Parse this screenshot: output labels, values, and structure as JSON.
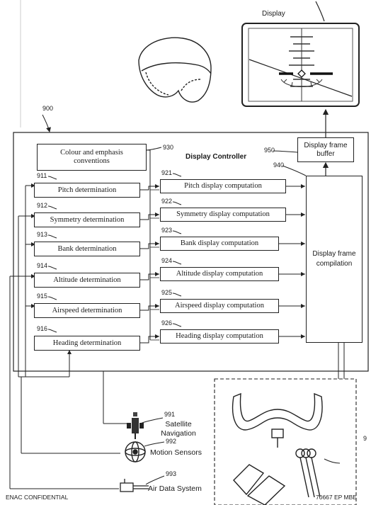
{
  "display_label": "Display",
  "ref_900": "900",
  "controller_title": "Display Controller",
  "colour": {
    "ref": "930",
    "label": "Colour and emphasis conventions"
  },
  "frame_buffer": {
    "ref": "950",
    "label": "Display frame buffer"
  },
  "compilation": {
    "ref": "940",
    "label": "Display frame compilation"
  },
  "rows": [
    {
      "det_ref": "911",
      "det": "Pitch determination",
      "comp_ref": "921",
      "comp": "Pitch display computation"
    },
    {
      "det_ref": "912",
      "det": "Symmetry determination",
      "comp_ref": "922",
      "comp": "Symmetry display computation"
    },
    {
      "det_ref": "913",
      "det": "Bank determination",
      "comp_ref": "923",
      "comp": "Bank display computation"
    },
    {
      "det_ref": "914",
      "det": "Altitude determination",
      "comp_ref": "924",
      "comp": "Altitude display computation"
    },
    {
      "det_ref": "915",
      "det": "Airspeed determination",
      "comp_ref": "925",
      "comp": "Airspeed display computation"
    },
    {
      "det_ref": "916",
      "det": "Heading determination",
      "comp_ref": "926",
      "comp": "Heading display computation"
    }
  ],
  "sensors": [
    {
      "ref": "991",
      "label": "Satellite Navigation",
      "icon": "satellite-icon"
    },
    {
      "ref": "992",
      "label": "Motion Sensors",
      "icon": "gyroscope-icon"
    },
    {
      "ref": "993",
      "label": "Air Data System",
      "icon": "pitot-tube-icon"
    }
  ],
  "footer_left": "ENAC CONFIDENTIAL",
  "footer_right": "70667 EP MBE",
  "edge_ref": "9"
}
